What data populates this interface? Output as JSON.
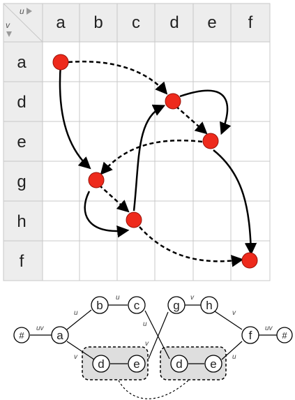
{
  "matrix": {
    "corner": {
      "u_label": "u",
      "v_label": "v"
    },
    "columns": [
      "a",
      "b",
      "c",
      "d",
      "e",
      "f"
    ],
    "rows": [
      "a",
      "d",
      "e",
      "g",
      "h",
      "f"
    ],
    "colors": {
      "dot": "#ee2a1c",
      "header_bg": "#ededed",
      "grid": "#c8c8c8"
    }
  },
  "graph": {
    "nodes": [
      {
        "id": "hash-left",
        "label": "#"
      },
      {
        "id": "a",
        "label": "a"
      },
      {
        "id": "b",
        "label": "b"
      },
      {
        "id": "c",
        "label": "c"
      },
      {
        "id": "d1",
        "label": "d"
      },
      {
        "id": "e1",
        "label": "e"
      },
      {
        "id": "g",
        "label": "g"
      },
      {
        "id": "h",
        "label": "h"
      },
      {
        "id": "d2",
        "label": "d"
      },
      {
        "id": "e2",
        "label": "e"
      },
      {
        "id": "f",
        "label": "f"
      },
      {
        "id": "hash-right",
        "label": "#"
      }
    ],
    "edge_labels": {
      "uv_left": "uv",
      "u_a_b": "u",
      "u_b_c": "u",
      "v_a_d": "v",
      "u_c_mid": "u",
      "v_c_mid": "v",
      "v_g_h": "v",
      "v_h_f": "v",
      "u_e_f": "u",
      "uv_right": "uv"
    }
  }
}
